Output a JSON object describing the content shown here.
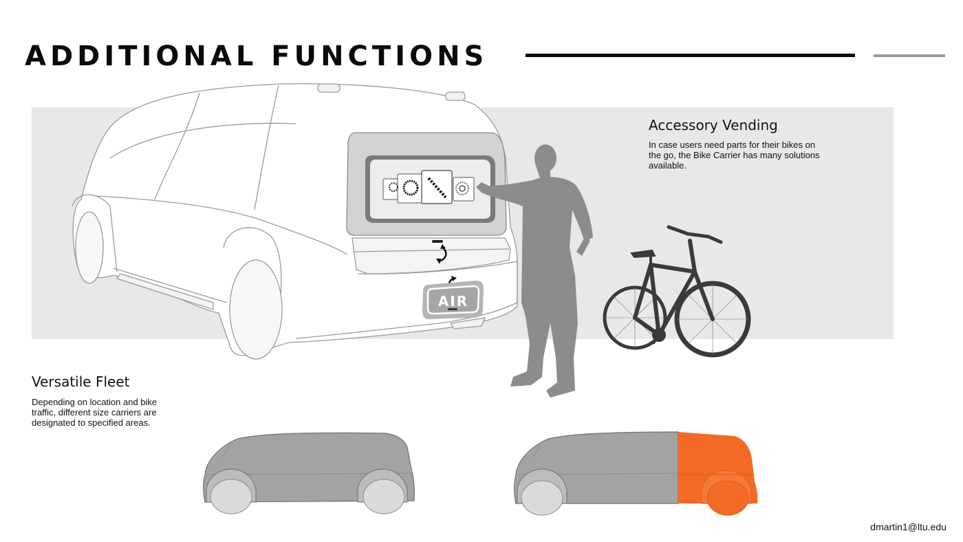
{
  "header": {
    "title": "ADDITIONAL FUNCTIONS"
  },
  "accessory_vending": {
    "title": "Accessory Vending",
    "description": "In case users need parts for their bikes on the go, the Bike Carrier has many solutions available."
  },
  "versatile_fleet": {
    "title": "Versatile Fleet",
    "description": "Depending on location and bike traffic, different size carriers are designated to specified areas."
  },
  "vehicle": {
    "badge_text": "AIR"
  },
  "footer": {
    "email": "dmartin1@ltu.edu"
  },
  "colors": {
    "accent_orange": "#f26a25",
    "panel_grey": "#e8e8e8",
    "silhouette_grey": "#8c8c8c",
    "bike_dark": "#3a3a3a"
  },
  "icons": [
    "gear-icon",
    "sprocket-icon",
    "chain-icon",
    "brake-disc-icon",
    "rotate-arrow-icon"
  ]
}
